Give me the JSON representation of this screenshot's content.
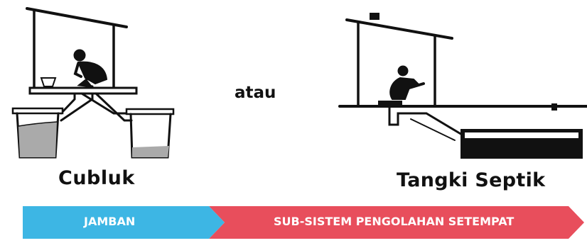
{
  "labels": {
    "cubluk": "Cubluk",
    "atau": "atau",
    "tangki_septik": "Tangki Septik"
  },
  "banner": {
    "jamban": "JAMBAN",
    "sub_sistem": "SUB-SISTEM PENGOLAHAN SETEMPAT"
  },
  "colors": {
    "jamban": "#3db6e4",
    "sub_sistem": "#e84e5c",
    "ink": "#111111",
    "sludge": "#aaaaaa"
  }
}
